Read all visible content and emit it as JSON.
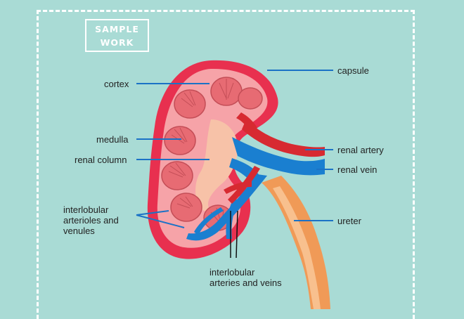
{
  "watermark": {
    "line1": "SAMPLE",
    "line2": "WORK"
  },
  "labels": {
    "cortex": "cortex",
    "capsule": "capsule",
    "medulla": "medulla",
    "renal_column": "renal column",
    "renal_artery": "renal artery",
    "renal_vein": "renal vein",
    "interlobular_arterioles_1": "interlobular",
    "interlobular_arterioles_2": "arterioles and",
    "interlobular_arterioles_3": "venules",
    "ureter": "ureter",
    "interlobular_arteries_1": "interlobular",
    "interlobular_arteries_2": "arteries and veins"
  },
  "colors": {
    "background": "#a9dbd5",
    "capsule": "#e8304f",
    "cortex": "#f6a3a8",
    "pyramid": "#e76b73",
    "artery": "#d72a31",
    "vein": "#1a7fd0",
    "ureter": "#f09a57",
    "leader": "#1b72c6"
  }
}
